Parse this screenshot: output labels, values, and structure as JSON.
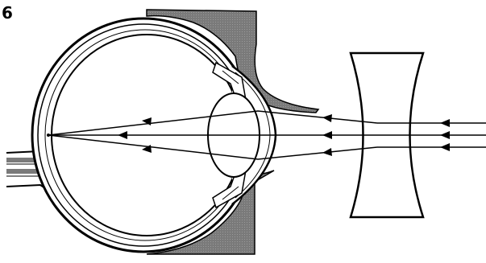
{
  "figure": {
    "label": "6"
  },
  "colors": {
    "ink": "#000000",
    "skull": "#7a7a7a",
    "background": "#ffffff",
    "ray": "#000000"
  },
  "icons": {
    "eye": "eye-cross-section",
    "lens": "diverging-concave-lens",
    "ray_arrow": "arrowhead-left"
  }
}
